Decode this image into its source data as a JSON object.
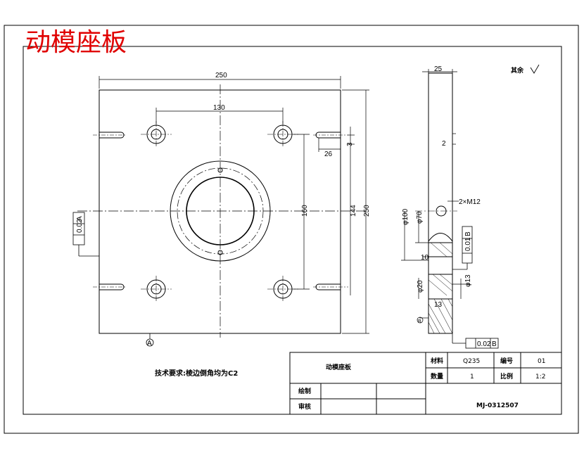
{
  "title": "动模座板",
  "labels": {
    "dim_width": "250",
    "dim_height": "250",
    "dim_hole_x": "130",
    "dim_hole_y": "160",
    "dim_144": "144",
    "dim_26": "26",
    "dim_3": "3",
    "dim_thickness": "25",
    "dim_d100": "φ100",
    "dim_d70": "φ70",
    "dim_d20": "φ20",
    "dim_d13": "φ13",
    "dim_10": "10",
    "dim_13": "13",
    "dim_2": "2",
    "thread": "2×M12",
    "roughness_rest": "其余",
    "datum_a": "A",
    "datum_b": "B",
    "tol_perp_a": "0.02",
    "tol_perp_b": "0.02",
    "tol_par_b": "0.01"
  },
  "note": "技术要求:棱边倒角均为C2",
  "title_block": {
    "part_name": "动模座板",
    "material_label": "材料",
    "material_value": "Q235",
    "number_label": "编号",
    "number_value": "01",
    "qty_label": "数量",
    "qty_value": "1",
    "scale_label": "比例",
    "scale_value": "1:2",
    "drawn_label": "绘制",
    "checked_label": "审核",
    "drawing_no": "MJ-0312507"
  }
}
